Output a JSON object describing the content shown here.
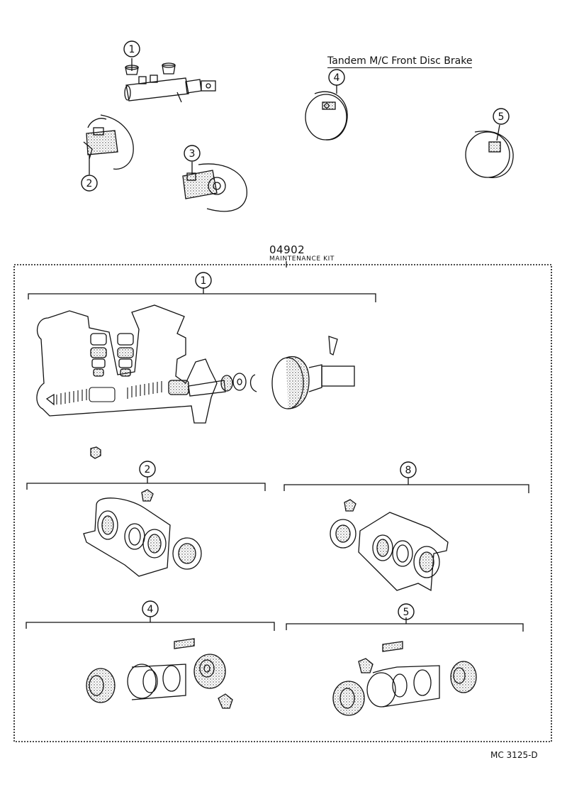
{
  "header": {
    "title": "Tandem M/C  Front Disc Brake"
  },
  "kit": {
    "number": "04902",
    "name": "MAINTENANCE KIT"
  },
  "footer": {
    "ref_code": "MC 3125-D"
  },
  "callouts": {
    "top": [
      "1",
      "2",
      "3",
      "4",
      "5"
    ],
    "kit": [
      "1",
      "2",
      "8",
      "4",
      "5"
    ]
  },
  "colors": {
    "ink": "#111111",
    "paper": "#ffffff"
  }
}
